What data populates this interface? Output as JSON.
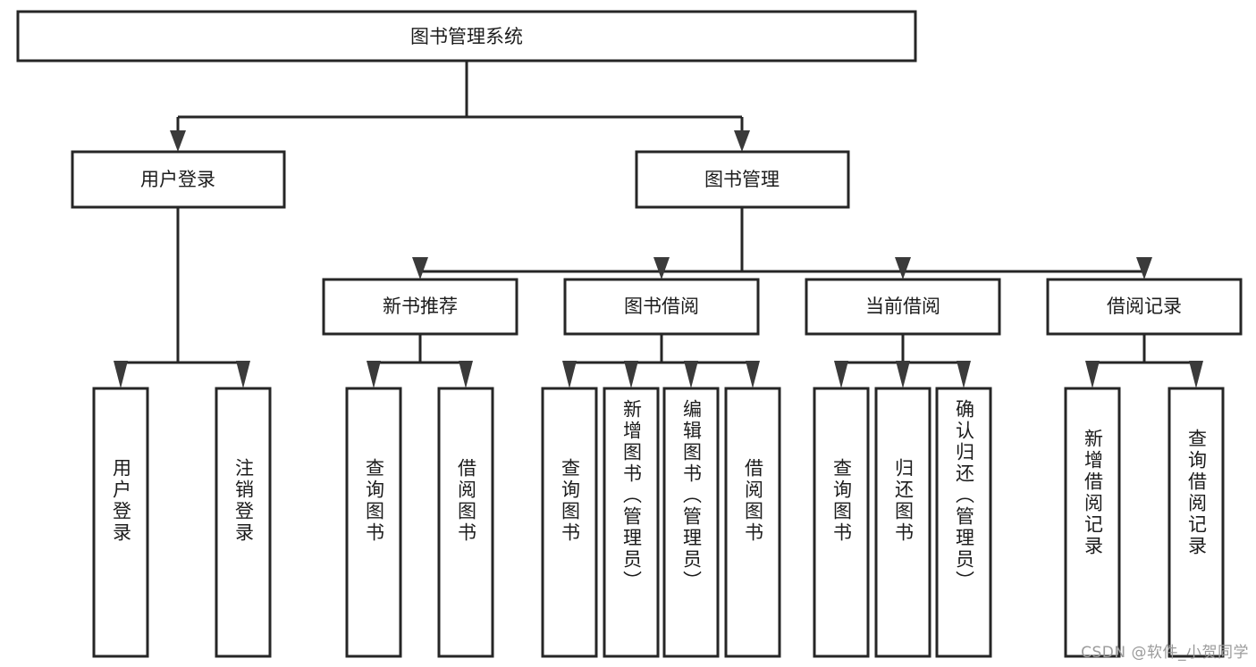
{
  "diagram": {
    "title": "图书管理系统",
    "watermark": "CSDN @软件_小贺同学",
    "colors": {
      "box_stroke": "#262626",
      "box_fill": "#ffffff",
      "connector": "#262626",
      "text": "#1c1c1c",
      "watermark": "#9b9b9b",
      "background": "#ffffff"
    },
    "levels": {
      "level1": [
        {
          "id": "root",
          "label": "图书管理系统"
        }
      ],
      "level2": [
        {
          "id": "user-login",
          "label": "用户登录"
        },
        {
          "id": "book-manage",
          "label": "图书管理"
        }
      ],
      "level3": [
        {
          "id": "new-book-recommend",
          "label": "新书推荐",
          "parent": "book-manage"
        },
        {
          "id": "book-borrow",
          "label": "图书借阅",
          "parent": "book-manage"
        },
        {
          "id": "current-borrow",
          "label": "当前借阅",
          "parent": "book-manage"
        },
        {
          "id": "borrow-record",
          "label": "借阅记录",
          "parent": "book-manage"
        }
      ],
      "leaves": [
        {
          "id": "leaf-user-login",
          "label": "用户登录",
          "parent": "user-login"
        },
        {
          "id": "leaf-logout-login",
          "label": "注销登录",
          "parent": "user-login"
        },
        {
          "id": "leaf-query-book-1",
          "label": "查询图书",
          "parent": "new-book-recommend"
        },
        {
          "id": "leaf-borrow-book-1",
          "label": "借阅图书",
          "parent": "new-book-recommend"
        },
        {
          "id": "leaf-query-book-2",
          "label": "查询图书",
          "parent": "book-borrow"
        },
        {
          "id": "leaf-add-book",
          "label": "新增图书（管理员）",
          "parent": "book-borrow"
        },
        {
          "id": "leaf-edit-book",
          "label": "编辑图书（管理员）",
          "parent": "book-borrow"
        },
        {
          "id": "leaf-borrow-book-2",
          "label": "借阅图书",
          "parent": "book-borrow"
        },
        {
          "id": "leaf-query-book-3",
          "label": "查询图书",
          "parent": "current-borrow"
        },
        {
          "id": "leaf-return-book",
          "label": "归还图书",
          "parent": "current-borrow"
        },
        {
          "id": "leaf-confirm-return",
          "label": "确认归还（管理员）",
          "parent": "current-borrow"
        },
        {
          "id": "leaf-add-record",
          "label": "新增借阅记录",
          "parent": "borrow-record"
        },
        {
          "id": "leaf-query-record",
          "label": "查询借阅记录",
          "parent": "borrow-record"
        }
      ]
    }
  }
}
